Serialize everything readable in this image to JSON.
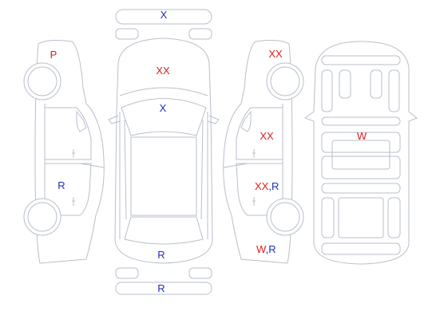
{
  "colors": {
    "outline": "#b9bfcb",
    "red": "#e01c1c",
    "blue": "#1f2db8"
  },
  "marks": {
    "front_bumper": "X",
    "left_front_fender": "P",
    "hood": "XX",
    "windshield": "X",
    "left_rear_door": "R",
    "rear_glass": "R",
    "rear_bumper": "R",
    "right_front_fender": "XX",
    "right_front_door": "XX",
    "right_rear_door_xx": "XX",
    "right_rear_door_comma": ",",
    "right_rear_door_r": "R",
    "right_quarter_w": "W",
    "right_quarter_comma": ",",
    "right_quarter_r": "R",
    "interior_floor": "W"
  }
}
